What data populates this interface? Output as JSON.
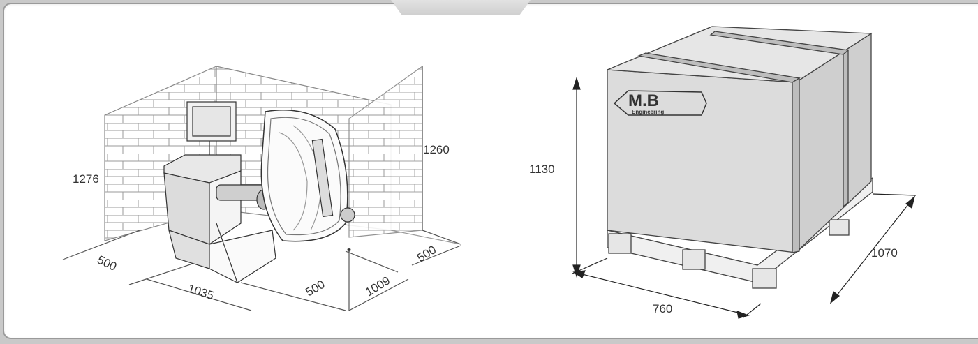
{
  "balancer": {
    "dims": {
      "wall_height_left": "1276",
      "wall_height_right": "1260",
      "clearance_left": "500",
      "machine_width": "1035",
      "clearance_front": "500",
      "machine_depth": "1009",
      "clearance_right": "500"
    }
  },
  "crate": {
    "brand_main": "M.B",
    "brand_sub": "Engineering",
    "dims": {
      "height": "1130",
      "width": "760",
      "depth": "1070"
    }
  }
}
